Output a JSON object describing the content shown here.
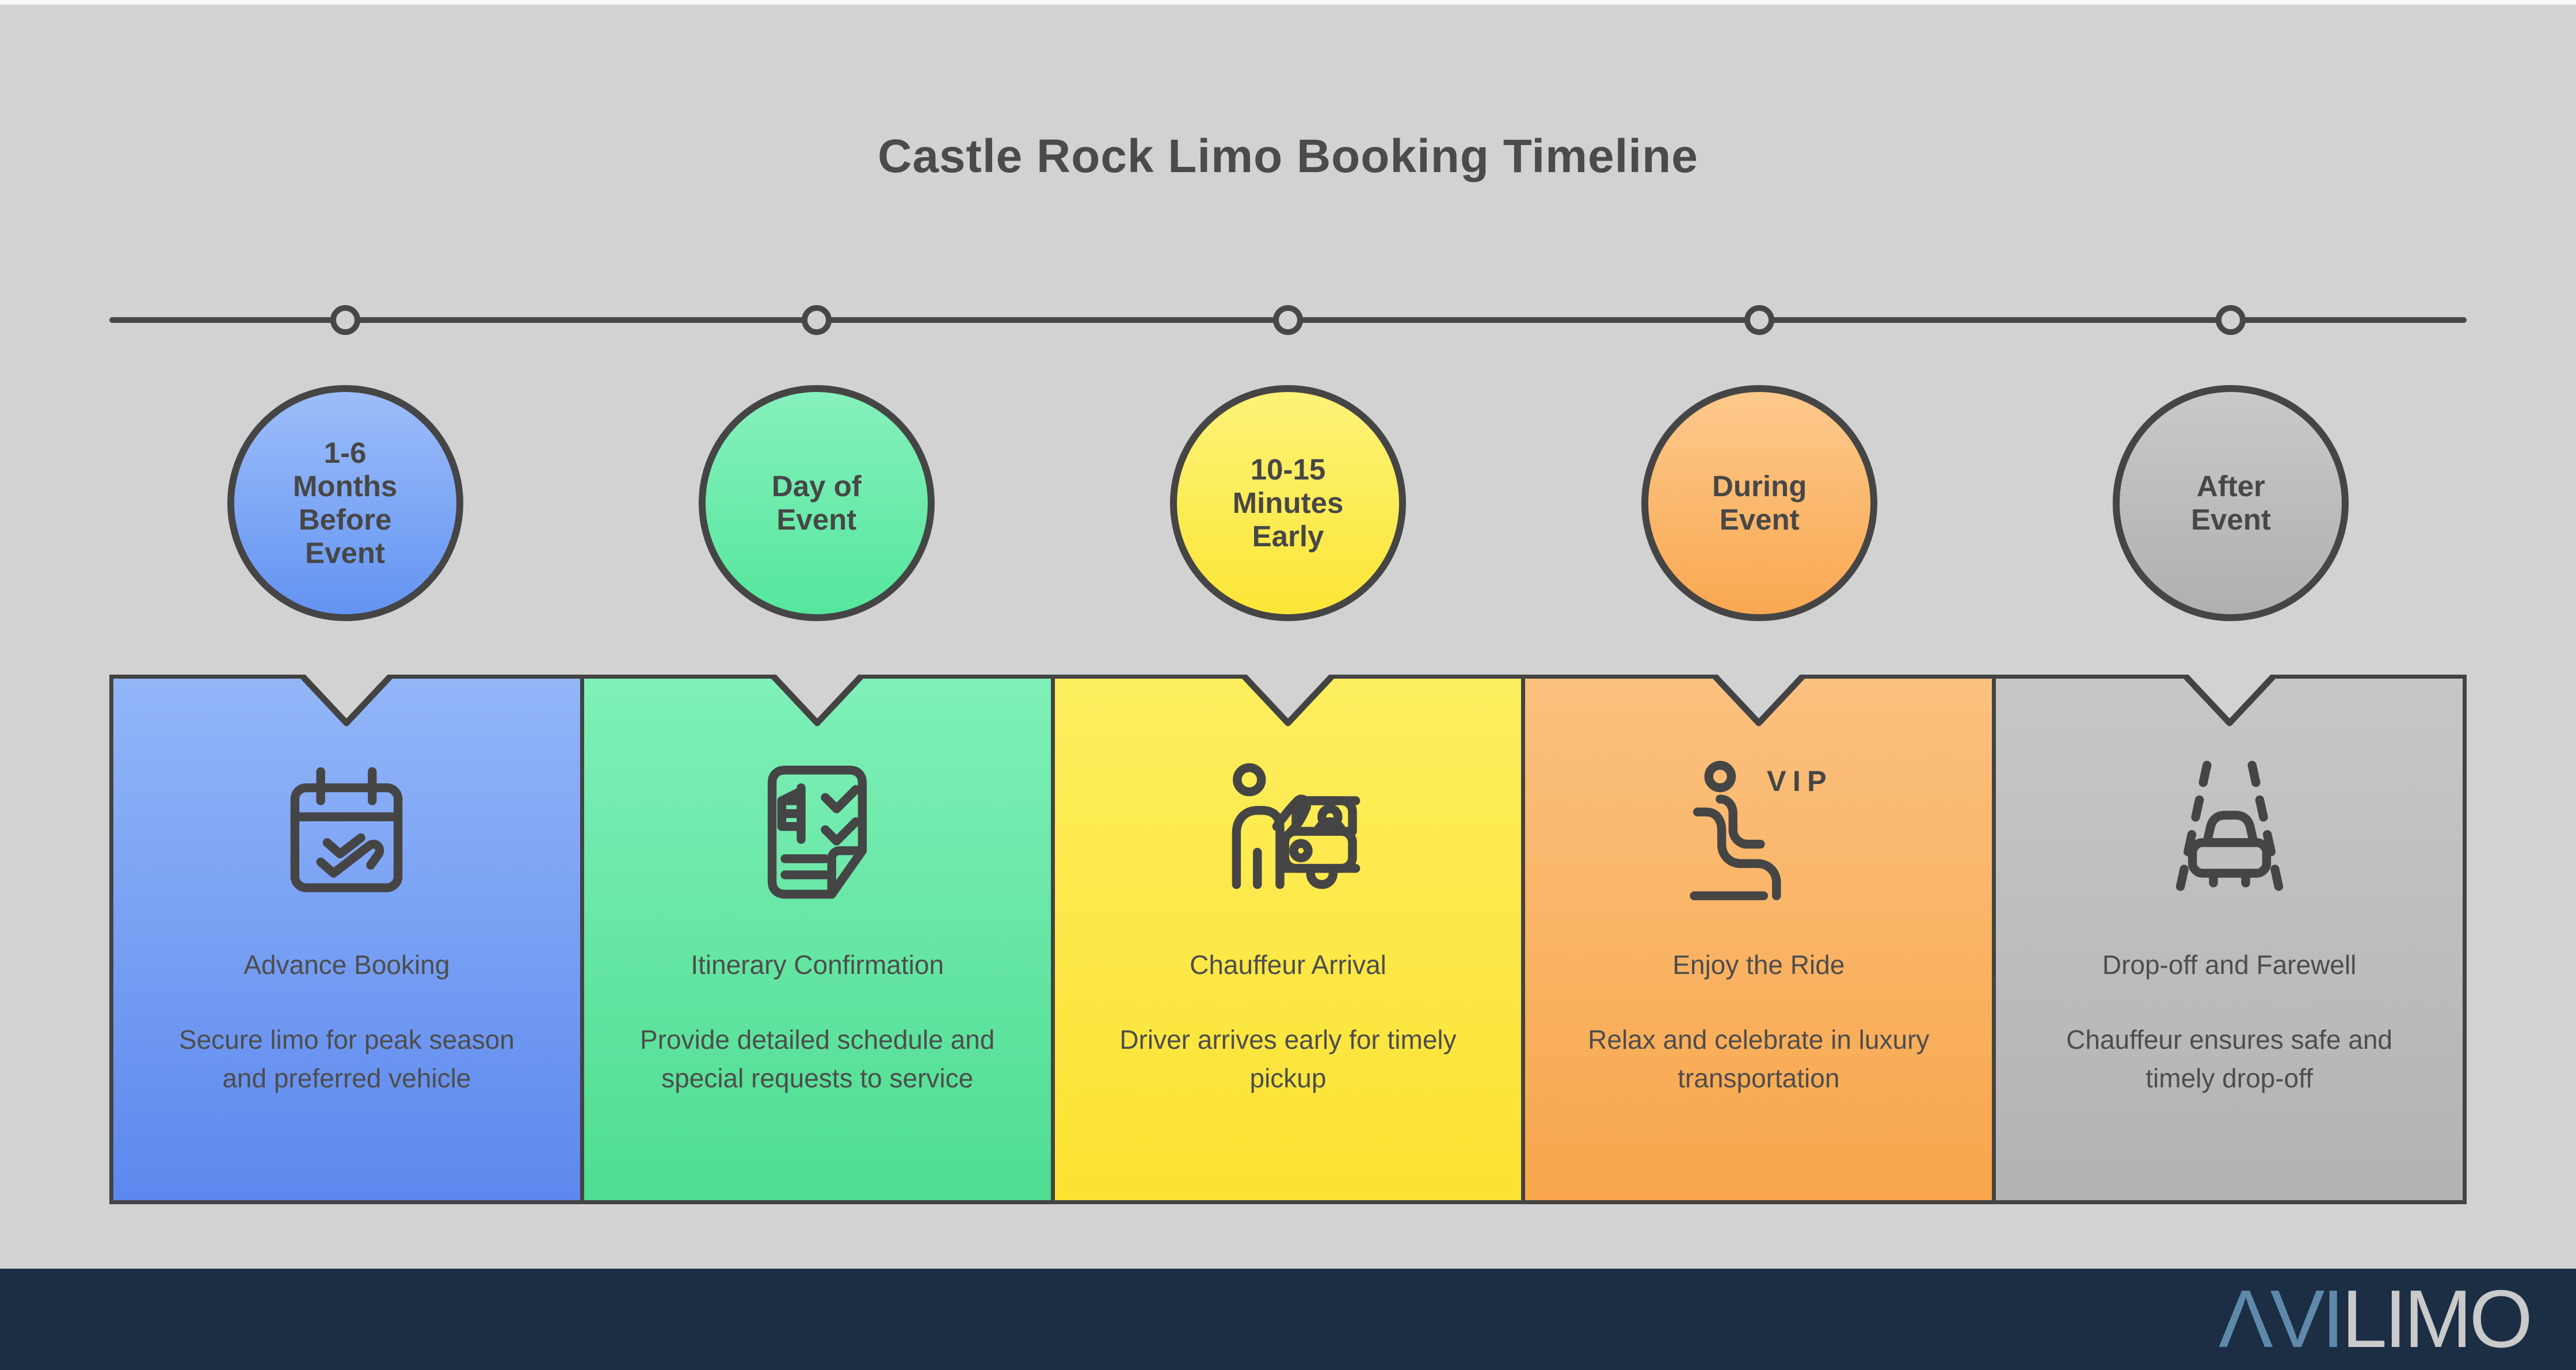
{
  "title": "Castle Rock Limo Booking Timeline",
  "background_color": "#d2d2d2",
  "timeline": {
    "line_color": "#474747",
    "node_border_color": "#474747"
  },
  "stages": [
    {
      "id": "advance-booking",
      "circle_label": "1-6 Months Before Event",
      "card_title": "Advance Booking",
      "card_desc": "Secure limo for peak season and preferred vehicle",
      "icon": "calendar-plane-icon",
      "colors": {
        "circle_top": "#9dbdf9",
        "circle_bottom": "#6394f2",
        "card_top": "#93b6f8",
        "card_bottom": "#5c88ee"
      }
    },
    {
      "id": "itinerary-confirmation",
      "circle_label": "Day of Event",
      "card_title": "Itinerary Confirmation",
      "card_desc": "Provide detailed schedule and special requests to service",
      "icon": "itinerary-checklist-icon",
      "colors": {
        "circle_top": "#86f0bc",
        "circle_bottom": "#55e79d",
        "card_top": "#7ff0b9",
        "card_bottom": "#4edd90"
      }
    },
    {
      "id": "chauffeur-arrival",
      "circle_label": "10-15 Minutes Early",
      "card_title": "Chauffeur Arrival",
      "card_desc": "Driver arrives early for timely pickup",
      "icon": "chauffeur-car-icon",
      "colors": {
        "circle_top": "#fdf378",
        "circle_bottom": "#fce636",
        "card_top": "#fdee5e",
        "card_bottom": "#fce232"
      }
    },
    {
      "id": "enjoy-the-ride",
      "circle_label": "During Event",
      "card_title": "Enjoy the Ride",
      "card_desc": "Relax and celebrate in luxury transportation",
      "icon": "vip-seat-icon",
      "colors": {
        "circle_top": "#fdc98c",
        "circle_bottom": "#f9a851",
        "card_top": "#fbc17f",
        "card_bottom": "#f8a64b"
      }
    },
    {
      "id": "drop-off-farewell",
      "circle_label": "After Event",
      "card_title": "Drop-off and Farewell",
      "card_desc": "Chauffeur ensures safe and timely drop-off",
      "icon": "road-car-icon",
      "colors": {
        "circle_top": "#c9c9c9",
        "circle_bottom": "#b0b0b0",
        "card_top": "#c7c7c7",
        "card_bottom": "#b3b3b3"
      }
    }
  ],
  "footer": {
    "logo_text": "AVILIMO",
    "logo_prefix_display": "ΛVI",
    "logo_suffix_display": "LIMO",
    "bar_color": "#1c2e44",
    "prefix_color": "#5e89ab",
    "suffix_color": "#c9cac9"
  }
}
